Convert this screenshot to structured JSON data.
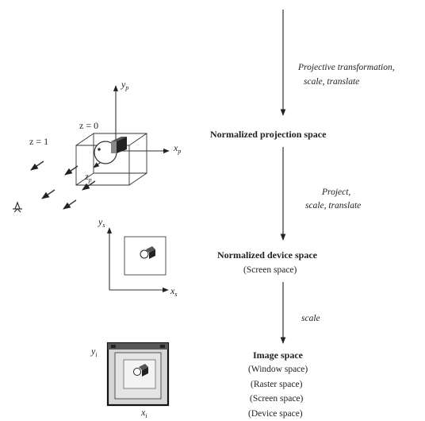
{
  "projection": {
    "label_y": "y",
    "label_y_sub": "p",
    "label_x": "x",
    "label_x_sub": "p",
    "label_z": "z",
    "label_z_sub": "p",
    "z0": "z = 0",
    "z1": "z = 1"
  },
  "screen_axes": {
    "label_y": "y",
    "label_y_sub": "s",
    "label_x": "x",
    "label_x_sub": "s"
  },
  "image_axes": {
    "label_y": "y",
    "label_y_sub": "i",
    "label_x": "x",
    "label_x_sub": "i"
  },
  "arrows": {
    "a1_line1": "Projective transformation,",
    "a1_line2": "scale, translate",
    "a2_line1": "Project,",
    "a2_line2": "scale, translate",
    "a3": "scale"
  },
  "spaces": {
    "npc": "Normalized projection space",
    "ndc": "Normalized device space",
    "ndc_alt": "(Screen space)",
    "image": "Image space",
    "image_alt1": "(Window space)",
    "image_alt2": "(Raster space)",
    "image_alt3": "(Screen space)",
    "image_alt4": "(Device space)"
  }
}
